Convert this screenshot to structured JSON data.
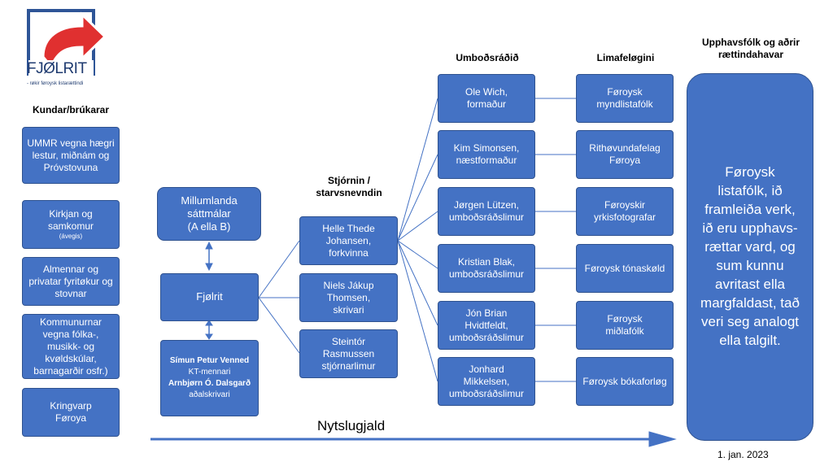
{
  "logo": {
    "name": "FJØLRIT",
    "tagline": "- røkir føroysk listarættindi"
  },
  "headers": {
    "kundar": "Kundar/brúkarar",
    "stjornin_1": "Stjórnin /",
    "stjornin_2": "starvsnevndin",
    "umbodsradid": "Umboðsráðið",
    "limafelogini": "Limafeløgini",
    "upphavs_1": "Upphavsfólk og aðrir",
    "upphavs_2": "rættindahavar"
  },
  "kundar": [
    {
      "l1": "UMMR vegna hægri",
      "l2": "lestur, miðnám og",
      "l3": "Próvstovuna"
    },
    {
      "l1": "Kirkjan og",
      "l2": "samkomur",
      "l3": "(ávegis)"
    },
    {
      "l1": "Almennar og",
      "l2": "privatar fyritøkur og",
      "l3": "stovnar"
    },
    {
      "l1": "Kommunurnar",
      "l2": "vegna fólka-,",
      "l3": "musikk- og",
      "l4": "kvøldskúlar,",
      "l5": "barnagarðir osfr.)"
    },
    {
      "l1": "Kringvarp",
      "l2": "Føroya"
    }
  ],
  "millumlanda": {
    "l1": "Millumlanda",
    "l2": "sáttmálar",
    "l3": "(A ella B)"
  },
  "fjolrit": "Fjølrit",
  "staff": {
    "n1": "Símun Petur Venned",
    "r1": "KT-mennari",
    "n2": "Arnbjørn Ó. Dalsgarð",
    "r2": "aðalskrivari"
  },
  "stjorn": [
    {
      "l1": "Helle Thede",
      "l2": "Johansen,",
      "l3": "forkvinna"
    },
    {
      "l1": "Niels Jákup",
      "l2": "Thomsen,",
      "l3": "skrivari"
    },
    {
      "l1": "Steintór",
      "l2": "Rasmussen",
      "l3": "stjórnarlimur"
    }
  ],
  "umbod": [
    {
      "l1": "Ole Wich,",
      "l2": "formaður"
    },
    {
      "l1": "Kim Simonsen,",
      "l2": "næstformaður"
    },
    {
      "l1": "Jørgen Lützen,",
      "l2": "umboðsráðslimur"
    },
    {
      "l1": "Kristian Blak,",
      "l2": "umboðsráðslimur"
    },
    {
      "l1": "Jón Brian",
      "l2": "Hvidtfeldt,",
      "l3": "umboðsráðslimur"
    },
    {
      "l1": "Jonhard",
      "l2": "Mikkelsen,",
      "l3": "umboðsráðslimur"
    }
  ],
  "lima": [
    {
      "l1": "Føroysk",
      "l2": "myndlistafólk"
    },
    {
      "l1": "Rithøvundafelag",
      "l2": "Føroya"
    },
    {
      "l1": "Føroyskir",
      "l2": "yrkisfotografar"
    },
    {
      "l1": "Føroysk tónaskøld"
    },
    {
      "l1": "Føroysk",
      "l2": "miðlafólk"
    },
    {
      "l1": "Føroysk bókaforløg"
    }
  ],
  "upphavs_box": "Føroysk listafólk, ið framleiða verk, ið eru upphavs-rættar vard, og sum kunnu avritast ella margfaldast, tað veri seg analogt ella talgilt.",
  "nytslugjald": "Nytslugjald",
  "date": "1. jan. 2023",
  "colors": {
    "box": "#4472c4",
    "border": "#2f528f",
    "logo_frame": "#2e5597",
    "logo_arrow": "#e03030"
  }
}
